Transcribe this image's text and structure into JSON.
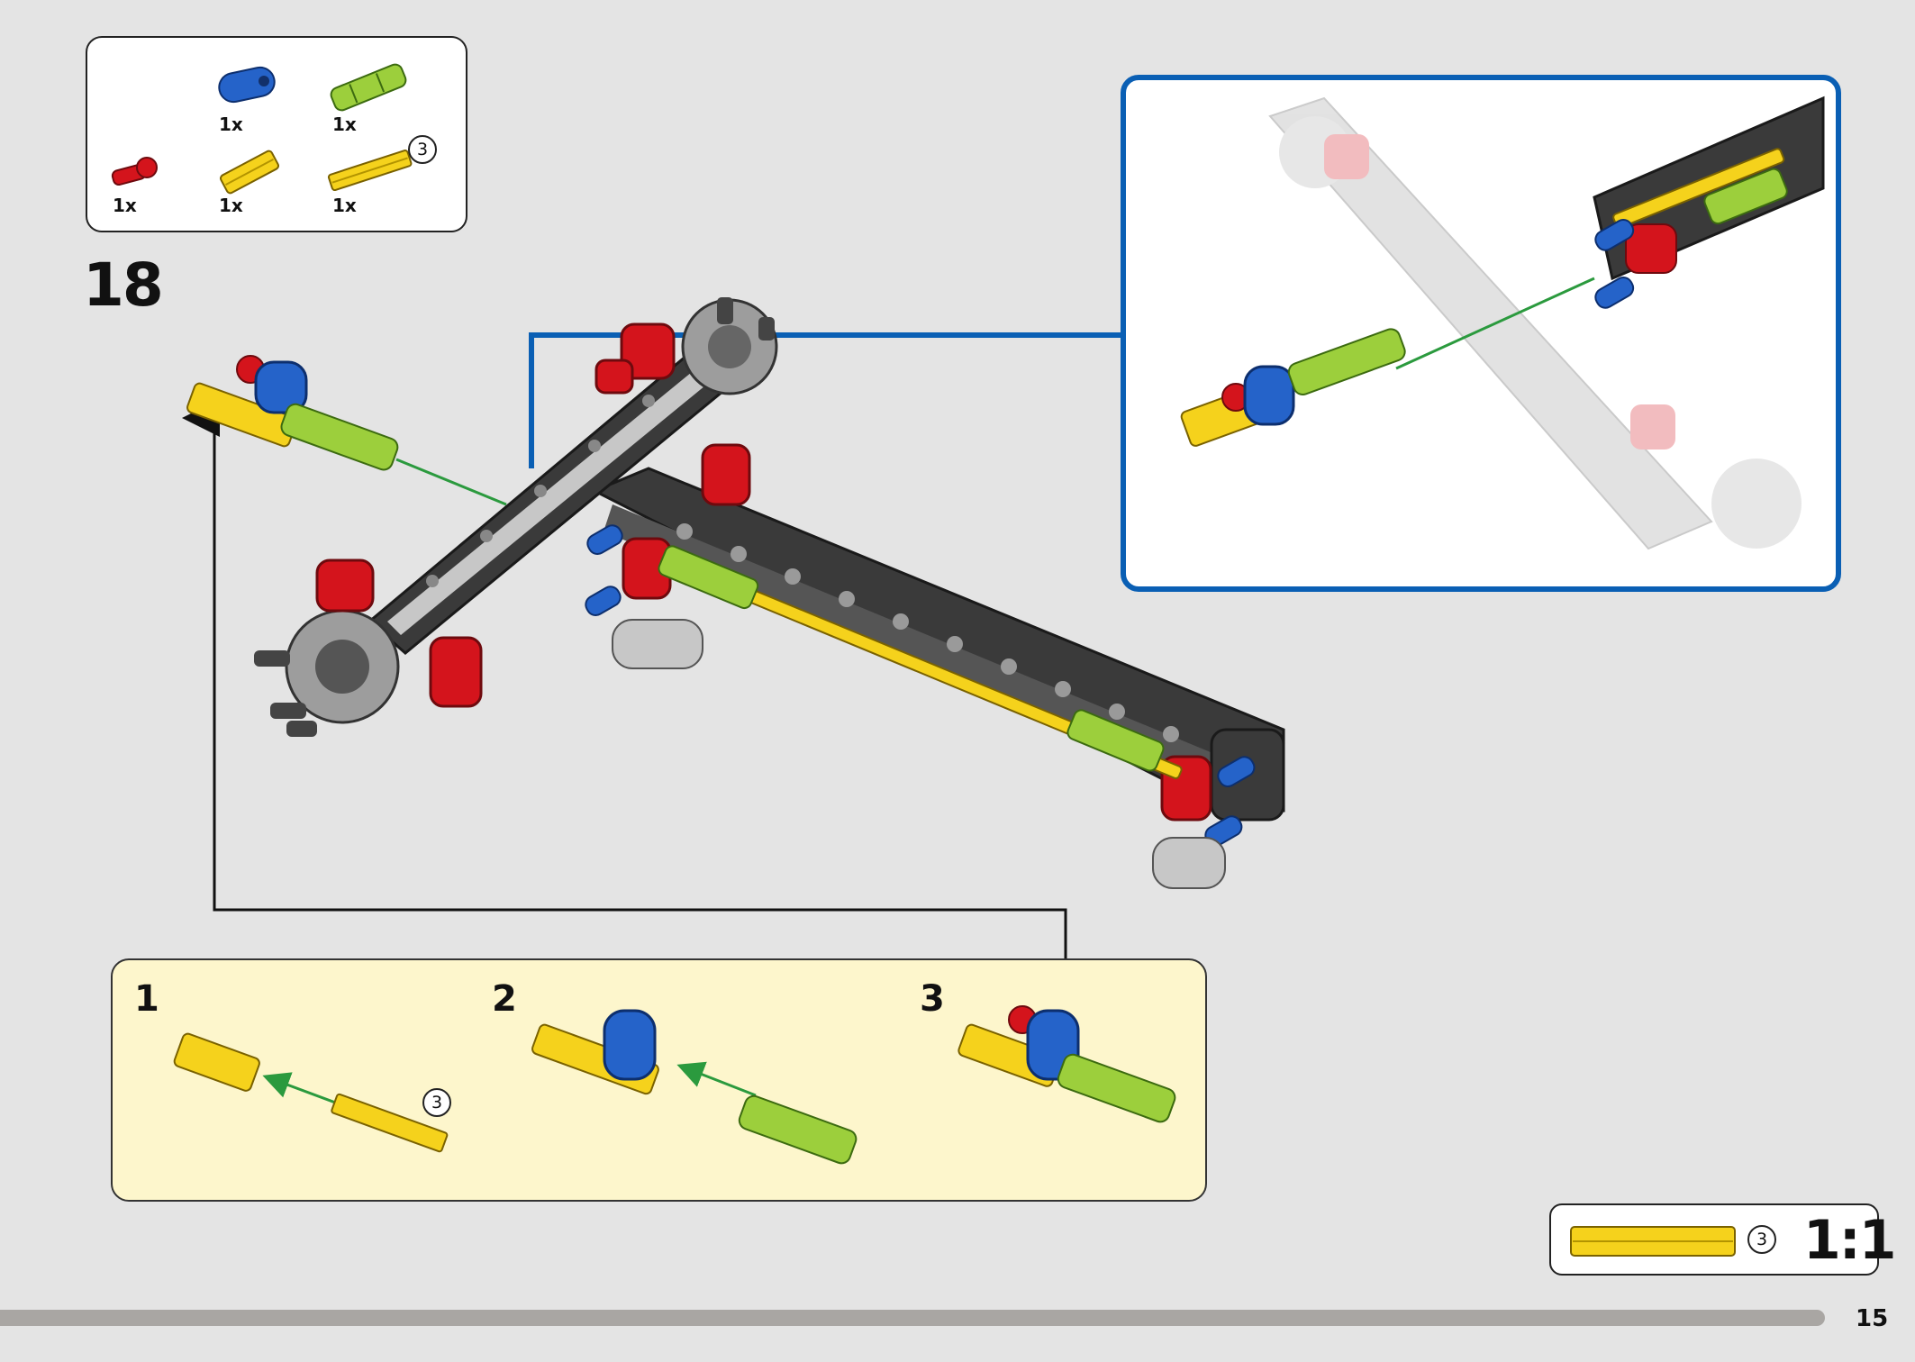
{
  "colors": {
    "background": "#e4e4e4",
    "callout_border": "#0a5fb4",
    "substep_background": "#fdf6cc",
    "page_bar": "#a9a6a3",
    "part_blue": "#2563c9",
    "part_lime": "#9ccf3c",
    "part_red": "#d4141c",
    "part_yellow": "#f5d21c",
    "frame_dark": "#3a3a3a",
    "arrow_green": "#2b9a3e"
  },
  "parts_list": {
    "items": [
      {
        "icon": "blue-connector-icon",
        "qty": "1x"
      },
      {
        "icon": "lime-axle-connector-icon",
        "qty": "1x"
      },
      {
        "icon": "red-pin-icon",
        "qty": "1x"
      },
      {
        "icon": "yellow-axle-short-icon",
        "qty": "1x"
      },
      {
        "icon": "yellow-axle-long-icon",
        "qty": "1x",
        "length": "3"
      }
    ]
  },
  "step": {
    "number": "18"
  },
  "substeps": [
    {
      "number": "1",
      "length": "3"
    },
    {
      "number": "2"
    },
    {
      "number": "3"
    }
  ],
  "scale": {
    "length": "3",
    "ratio": "1:1"
  },
  "page": {
    "number": "15"
  }
}
